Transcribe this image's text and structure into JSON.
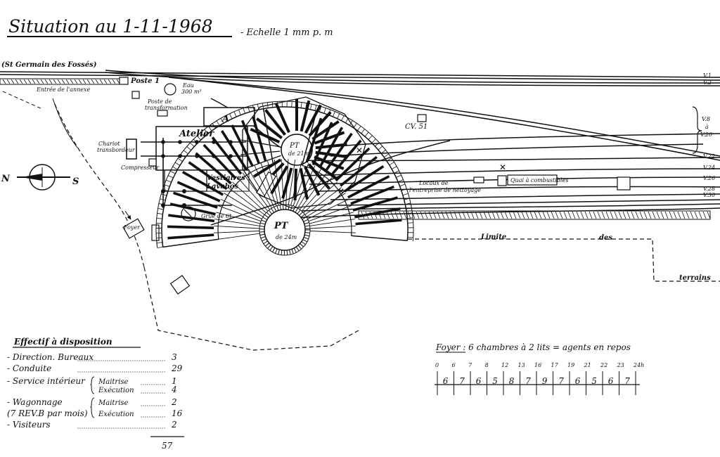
{
  "title": "Situation au 1-11-1968",
  "scale": "- Echelle 1 mm p. m",
  "labels": {
    "origin": "(St Germain des Fossés)",
    "poste1": "Poste 1",
    "entree": "Entrée de l'annexe",
    "eau": "Eau",
    "eau_vol": "300 m³",
    "poste_transfo_1": "Poste de",
    "poste_transfo_2": "transformation",
    "bldg_a": "A",
    "atelier": "Atelier",
    "chariot_1": "Chariot",
    "chariot_2": "transbordeur",
    "compresseur": "Compresseur",
    "vestiaires": "Vestiaires",
    "lavabos": "Lavabos",
    "pt21_a": "PT",
    "pt21_b": "de 21m",
    "pt24_a": "PT",
    "pt24_b": "de 24m",
    "grue": "Grue de 6t",
    "foyer_bldg": "Foyer",
    "cv": "CV. 51",
    "locaux_1": "Locaux de",
    "locaux_2": "l'entreprise de nettoyage",
    "quai": "Quai à combustibles",
    "limite": "Limite",
    "des": "des",
    "terrains": "terrains",
    "north": "N",
    "south": "S",
    "v8_1": "V.8",
    "v8_2": "à",
    "v8_3": "V.20"
  },
  "track_labels": [
    "V.1",
    "V.2",
    "V.22",
    "V.24",
    "V.26",
    "V.28",
    "V.30"
  ],
  "effectif": {
    "heading": "Effectif à disposition",
    "rows": [
      {
        "label": "Direction. Bureaux",
        "value": "3"
      },
      {
        "label": "Conduite",
        "value": "29"
      },
      {
        "label": "Service intérieur",
        "sub": "Maitrise",
        "value": "1"
      },
      {
        "label": "",
        "sub": "Exécution",
        "value": "4"
      },
      {
        "label": "Wagonnage",
        "sub": "Maitrise",
        "value": "2"
      },
      {
        "label": "(7 REV.B par mois)",
        "sub": "Exécution",
        "value": "16"
      },
      {
        "label": "Visiteurs",
        "value": "2"
      }
    ],
    "total": "57"
  },
  "foyer": {
    "caption": "Foyer : 6 chambres à 2 lits = agents en repos",
    "hours": [
      "0",
      "6",
      "7",
      "8",
      "12",
      "13",
      "16",
      "17",
      "19",
      "21",
      "22",
      "23",
      "24h"
    ],
    "counts": [
      "6",
      "7",
      "6",
      "5",
      "8",
      "7",
      "9",
      "7",
      "6",
      "5",
      "6",
      "7"
    ]
  }
}
